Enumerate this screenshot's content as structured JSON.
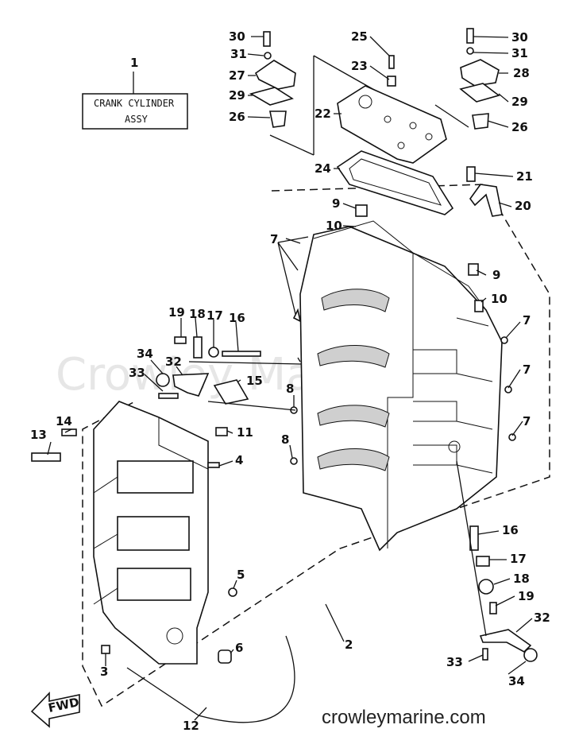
{
  "title_box": {
    "number": "1",
    "line1": "CRANK CYLINDER",
    "line2": "ASSY"
  },
  "watermark": "Crowley Marine",
  "footer": "crowleymarine.com",
  "fwd_arrow": "FWD",
  "callouts": [
    {
      "id": "c30a",
      "text": "30"
    },
    {
      "id": "c31a",
      "text": "31"
    },
    {
      "id": "c27",
      "text": "27"
    },
    {
      "id": "c29a",
      "text": "29"
    },
    {
      "id": "c26a",
      "text": "26"
    },
    {
      "id": "c25",
      "text": "25"
    },
    {
      "id": "c23",
      "text": "23"
    },
    {
      "id": "c22",
      "text": "22"
    },
    {
      "id": "c24",
      "text": "24"
    },
    {
      "id": "c30b",
      "text": "30"
    },
    {
      "id": "c31b",
      "text": "31"
    },
    {
      "id": "c28",
      "text": "28"
    },
    {
      "id": "c29b",
      "text": "29"
    },
    {
      "id": "c26b",
      "text": "26"
    },
    {
      "id": "c21",
      "text": "21"
    },
    {
      "id": "c20",
      "text": "20"
    },
    {
      "id": "c9a",
      "text": "9"
    },
    {
      "id": "c10a",
      "text": "10"
    },
    {
      "id": "c7a",
      "text": "7"
    },
    {
      "id": "c9b",
      "text": "9"
    },
    {
      "id": "c10b",
      "text": "10"
    },
    {
      "id": "c7b",
      "text": "7"
    },
    {
      "id": "c7c",
      "text": "7"
    },
    {
      "id": "c7d",
      "text": "7"
    },
    {
      "id": "c19a",
      "text": "19"
    },
    {
      "id": "c18a",
      "text": "18"
    },
    {
      "id": "c17a",
      "text": "17"
    },
    {
      "id": "c16a",
      "text": "16"
    },
    {
      "id": "c34a",
      "text": "34"
    },
    {
      "id": "c32a",
      "text": "32"
    },
    {
      "id": "c33a",
      "text": "33"
    },
    {
      "id": "c15",
      "text": "15"
    },
    {
      "id": "c8a",
      "text": "8"
    },
    {
      "id": "c8b",
      "text": "8"
    },
    {
      "id": "c14",
      "text": "14"
    },
    {
      "id": "c13",
      "text": "13"
    },
    {
      "id": "c11",
      "text": "11"
    },
    {
      "id": "c4",
      "text": "4"
    },
    {
      "id": "c5",
      "text": "5"
    },
    {
      "id": "c6",
      "text": "6"
    },
    {
      "id": "c3",
      "text": "3"
    },
    {
      "id": "c2",
      "text": "2"
    },
    {
      "id": "c12",
      "text": "12"
    },
    {
      "id": "c16b",
      "text": "16"
    },
    {
      "id": "c17b",
      "text": "17"
    },
    {
      "id": "c18b",
      "text": "18"
    },
    {
      "id": "c19b",
      "text": "19"
    },
    {
      "id": "c32b",
      "text": "32"
    },
    {
      "id": "c33b",
      "text": "33"
    },
    {
      "id": "c34b",
      "text": "34"
    }
  ]
}
